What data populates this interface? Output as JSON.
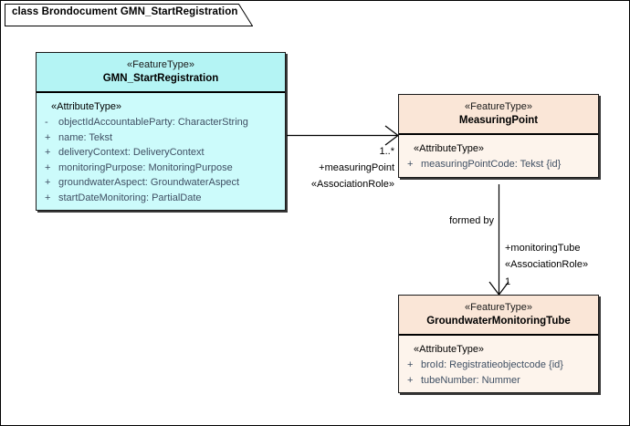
{
  "diagram": {
    "frame_title": "class Brondocument GMN_StartRegistration",
    "colors": {
      "cyan_header": "#b4f4f4",
      "cyan_body": "#ccfbfb",
      "peach_header": "#fae6d7",
      "peach_body": "#fdf4ec",
      "attribute_text": "#3f4f63",
      "border": "#1a1a1a",
      "canvas": "#ffffff"
    }
  },
  "classes": [
    {
      "id": "gmn-start-registration",
      "stereotype": "«FeatureType»",
      "name": "GMN_StartRegistration",
      "attr_stereotype": "«AttributeType»",
      "attributes": [
        {
          "visibility": "-",
          "text": "objectIdAccountableParty: CharacterString"
        },
        {
          "visibility": "+",
          "text": "name: Tekst"
        },
        {
          "visibility": "+",
          "text": "deliveryContext: DeliveryContext"
        },
        {
          "visibility": "+",
          "text": "monitoringPurpose: MonitoringPurpose"
        },
        {
          "visibility": "+",
          "text": "groundwaterAspect: GroundwaterAspect"
        },
        {
          "visibility": "+",
          "text": "startDateMonitoring: PartialDate"
        }
      ]
    },
    {
      "id": "measuring-point",
      "stereotype": "«FeatureType»",
      "name": "MeasuringPoint",
      "attr_stereotype": "«AttributeType»",
      "attributes": [
        {
          "visibility": "+",
          "text": "measuringPointCode: Tekst {id}"
        }
      ]
    },
    {
      "id": "groundwater-monitoring-tube",
      "stereotype": "«FeatureType»",
      "name": "GroundwaterMonitoringTube",
      "attr_stereotype": "«AttributeType»",
      "attributes": [
        {
          "visibility": "+",
          "text": "broId: Registratieobjectcode {id}"
        },
        {
          "visibility": "+",
          "text": "tubeNumber: Nummer"
        }
      ]
    }
  ],
  "associations": [
    {
      "id": "gmn-to-measuringpoint",
      "multiplicity": "1..*",
      "role": "+measuringPoint",
      "stereotype": "«AssociationRole»"
    },
    {
      "id": "measuringpoint-to-tube",
      "name": "formed by",
      "role": "+monitoringTube",
      "stereotype": "«AssociationRole»",
      "multiplicity": "1"
    }
  ]
}
